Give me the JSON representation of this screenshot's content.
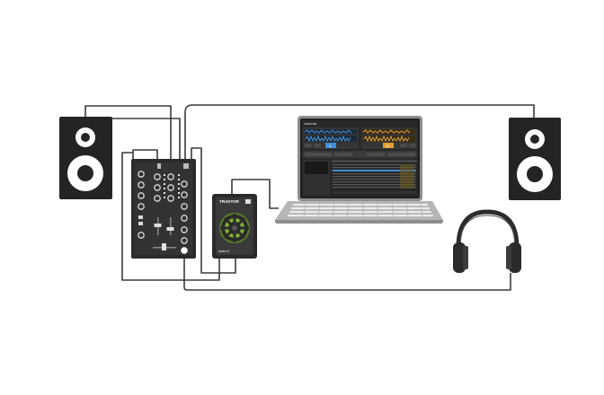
{
  "audio_interface": {
    "brand": "TRAKTOR",
    "model": "Audio 6"
  },
  "screen": {
    "app_title": "TRAKTOR",
    "deck_a": "A",
    "deck_b": "B"
  },
  "colors": {
    "device_body": "#2b2b2b",
    "device_face": "#3a3a3a",
    "speaker_cone": "#ffffff",
    "cable": "#3a3a3a",
    "laptop_shell": "#a9a9a9",
    "deck_accent_blue": "#3f8fd8",
    "deck_accent_orange": "#e0a030",
    "jog_accent_green": "#6fb02f"
  },
  "devices": [
    {
      "name": "left-speaker",
      "icon": "speaker-icon"
    },
    {
      "name": "mixer",
      "icon": "mixer-icon"
    },
    {
      "name": "audio-interface",
      "icon": "soundcard-icon"
    },
    {
      "name": "laptop",
      "icon": "laptop-icon"
    },
    {
      "name": "right-speaker",
      "icon": "speaker-icon"
    },
    {
      "name": "headphones",
      "icon": "headphones-icon"
    }
  ]
}
